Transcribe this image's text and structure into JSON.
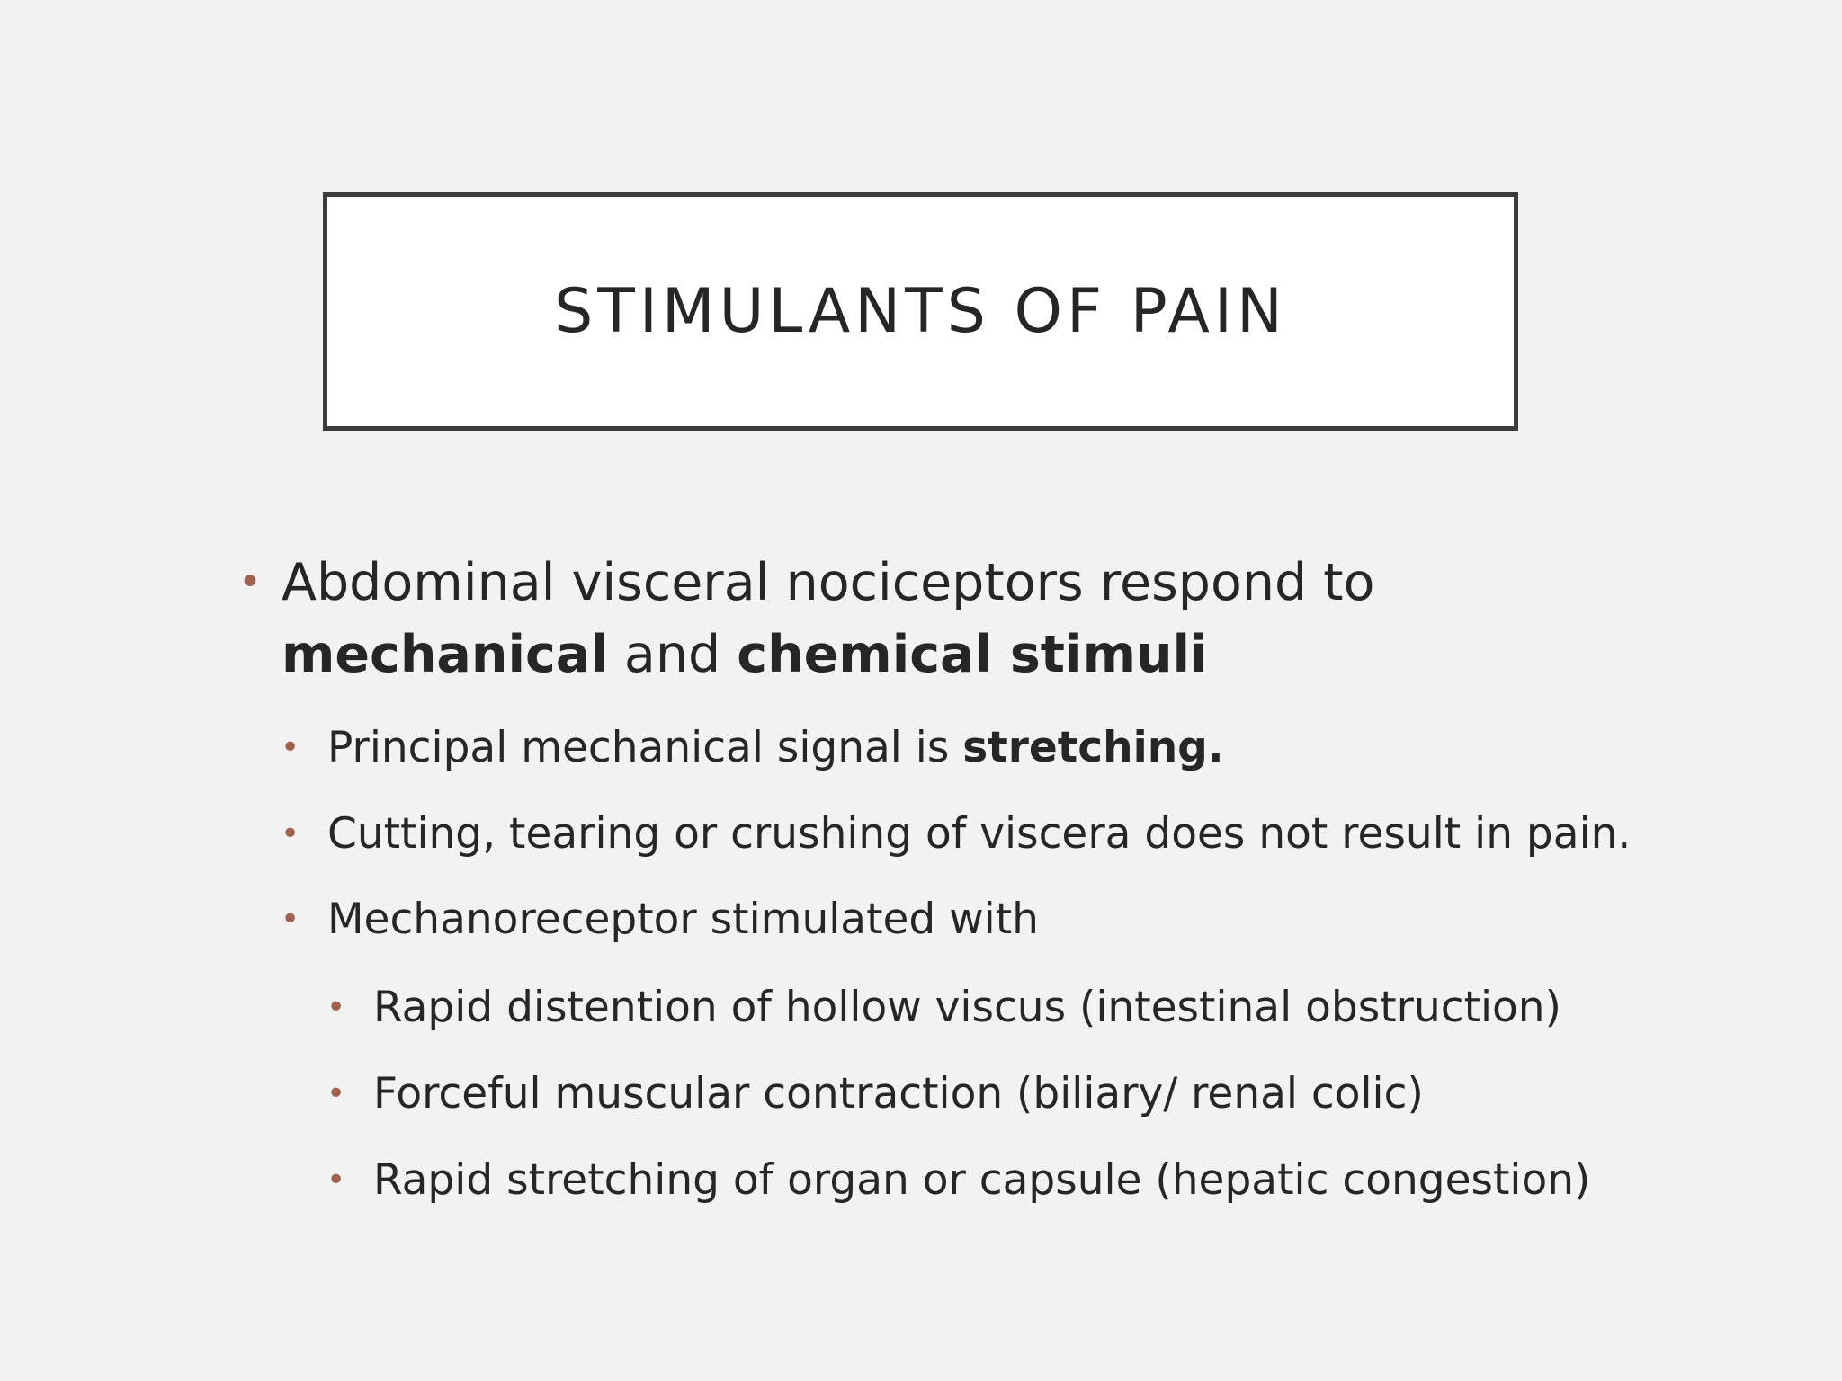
{
  "slide": {
    "title": "STIMULANTS OF PAIN",
    "bullets": [
      {
        "line1": "Abdominal visceral nociceptors respond to",
        "line2_bold1": "mechanical",
        "line2_mid": " and ",
        "line2_bold2": "chemical stimuli"
      },
      {
        "text": "Principal mechanical signal is ",
        "bold": "stretching."
      },
      {
        "text": "Cutting, tearing or crushing of viscera does not result in pain."
      },
      {
        "text": "Mechanoreceptor stimulated with"
      },
      {
        "text": "Rapid distention of hollow viscus (intestinal obstruction)"
      },
      {
        "text": "Forceful muscular contraction (biliary/ renal colic)"
      },
      {
        "text": "Rapid stretching of organ or capsule (hepatic congestion)"
      }
    ],
    "bullet_glyph": "•",
    "colors": {
      "background": "#f2f2f3",
      "text": "#262626",
      "bullet": "#a0624f",
      "title_border": "#3c3c3c"
    }
  }
}
